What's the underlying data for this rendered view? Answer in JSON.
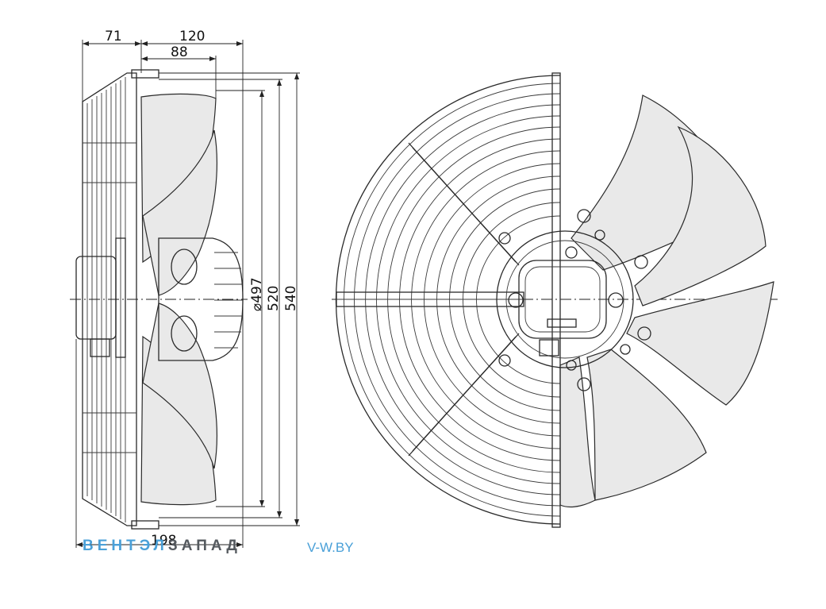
{
  "dimensions": {
    "d71": "71",
    "d120": "120",
    "d88": "88",
    "d497": "⌀497",
    "d520": "520",
    "d540": "540",
    "d198": "198"
  },
  "watermark": {
    "brand_part1": "ВЕНТЭЛ",
    "brand_part2": "ЗАПАД",
    "url": "V-W.BY"
  },
  "colors": {
    "watermark_blue": "#4aa0d8",
    "watermark_gray": "#555a5f",
    "line": "#2a2a2a",
    "blade_fill": "#e9e9e9"
  }
}
